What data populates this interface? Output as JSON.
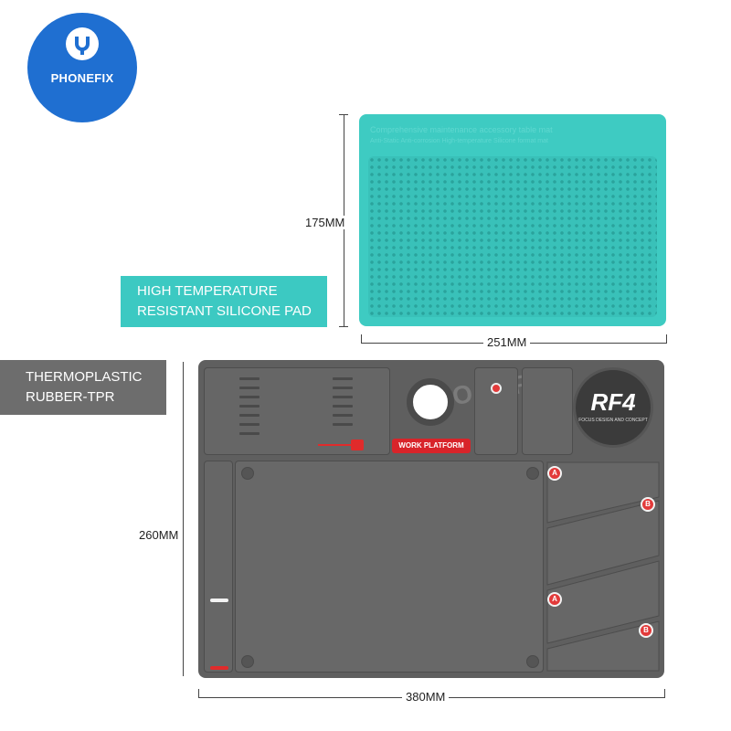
{
  "brand": {
    "logo_text": "PHONEFIX",
    "watermark": "PHONEFIX"
  },
  "labels": {
    "pad_line1": "HIGH TEMPERATURE",
    "pad_line2": "RESISTANT SILICONE PAD",
    "tpr_line1": "THERMOPLASTIC",
    "tpr_line2": "RUBBER-TPR"
  },
  "dimensions": {
    "pad_height": "175MM",
    "pad_width": "251MM",
    "mat_height": "260MM",
    "mat_width": "380MM"
  },
  "pad": {
    "text_line1": "Comprehensive maintenance accessory table mat",
    "text_line2": "Anti-Static Anti-corrosion High-temperature Silicone format mat"
  },
  "mat": {
    "logo": "RF4",
    "logo_sub": "FOCUS DESIGN AND CONCEPT",
    "platform_label": "WORK PLATFORM",
    "markers": [
      "A",
      "B",
      "A",
      "B"
    ]
  },
  "colors": {
    "teal": "#3ecbc2",
    "mat_gray": "#5f5f5f",
    "accent_red": "#e23a3a",
    "logo_blue": "#1f6fd1"
  }
}
